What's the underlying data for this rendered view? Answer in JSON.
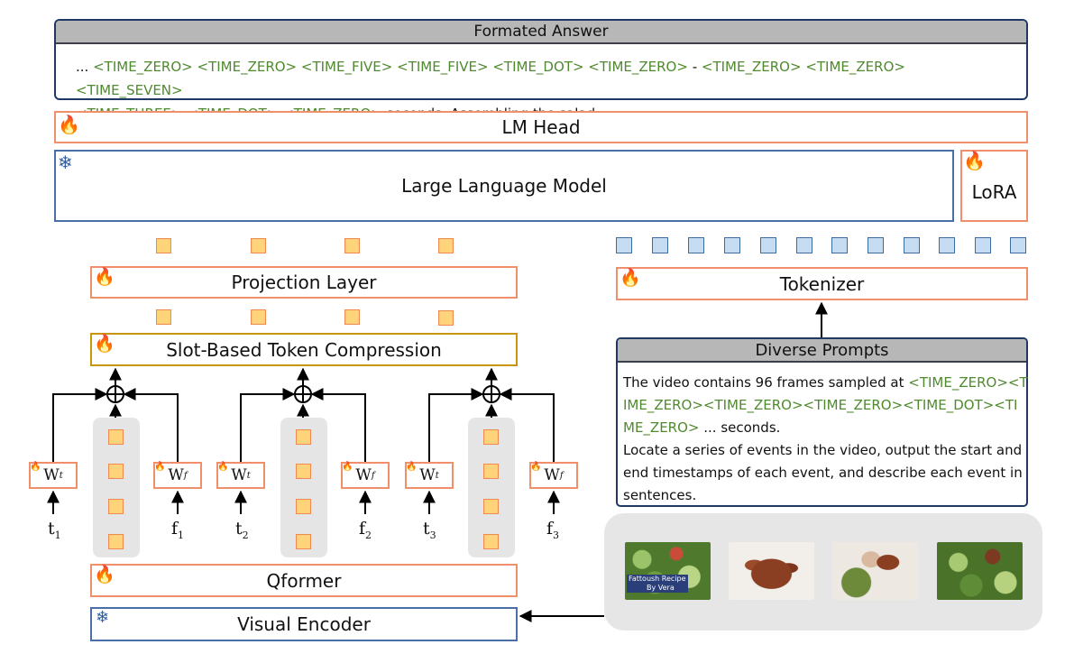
{
  "formatted_answer": {
    "title": "Formated Answer",
    "prefix": "...",
    "line1_tokens": [
      "<TIME_ZERO>",
      "<TIME_ZERO>",
      "<TIME_FIVE>",
      "<TIME_FIVE>",
      "<TIME_DOT>",
      "<TIME_ZERO>"
    ],
    "dash": "-",
    "line1_tokens_b": [
      "<TIME_ZERO>",
      "<TIME_ZERO>",
      "<TIME_SEVEN>"
    ],
    "line2_tokens": [
      "<TIME_THREE>",
      "<TIME_DOT>",
      "<TIME_ZERO>"
    ],
    "line2_text": "seconds, Assembling the salad.",
    "suffix": "..."
  },
  "lm_head": {
    "label": "LM Head"
  },
  "llm": {
    "label": "Large Language Model"
  },
  "lora": {
    "label": "LoRA"
  },
  "projection": {
    "label": "Projection Layer"
  },
  "slot_compression": {
    "label": "Slot-Based Token Compression"
  },
  "tokenizer": {
    "label": "Tokenizer"
  },
  "prompts": {
    "title": "Diverse Prompts",
    "text_a": "The video contains 96 frames sampled at ",
    "green_a": "<TIME_ZERO><T",
    "green_b": "IME_ZERO><TIME_ZERO><TIME_ZERO><TIME_DOT><TI",
    "green_c": "ME_ZERO>",
    "text_b": " ... seconds.",
    "text_c": "Locate a series of events in the video, output the start and",
    "text_d": "end timestamps of each event, and describe each event in",
    "text_e": "sentences."
  },
  "qformer": {
    "label": "Qformer"
  },
  "visual_encoder": {
    "label": "Visual Encoder"
  },
  "weights": {
    "w": "W",
    "t_sub": "t",
    "f_sub": "f"
  },
  "time_inputs": [
    {
      "t": "t",
      "t_sub": "1",
      "f": "f",
      "f_sub": "1"
    },
    {
      "t": "t",
      "t_sub": "2",
      "f": "f",
      "f_sub": "2"
    },
    {
      "t": "t",
      "t_sub": "3",
      "f": "f",
      "f_sub": "3"
    }
  ],
  "thumb_text": {
    "line1": "Fattoush Recipe",
    "line2": "By Vera"
  },
  "icons": {
    "trainable": "fire-icon",
    "frozen": "snowflake-icon",
    "flame_glyph": "🔥",
    "snow_glyph": "❄"
  },
  "colors": {
    "trainable_border": "#f0906a",
    "frozen_border": "#4a6fa8",
    "token_green": "#4f8a2e",
    "token_orange_fill": "#ffd37a",
    "token_blue_fill": "#c5dcf2"
  }
}
